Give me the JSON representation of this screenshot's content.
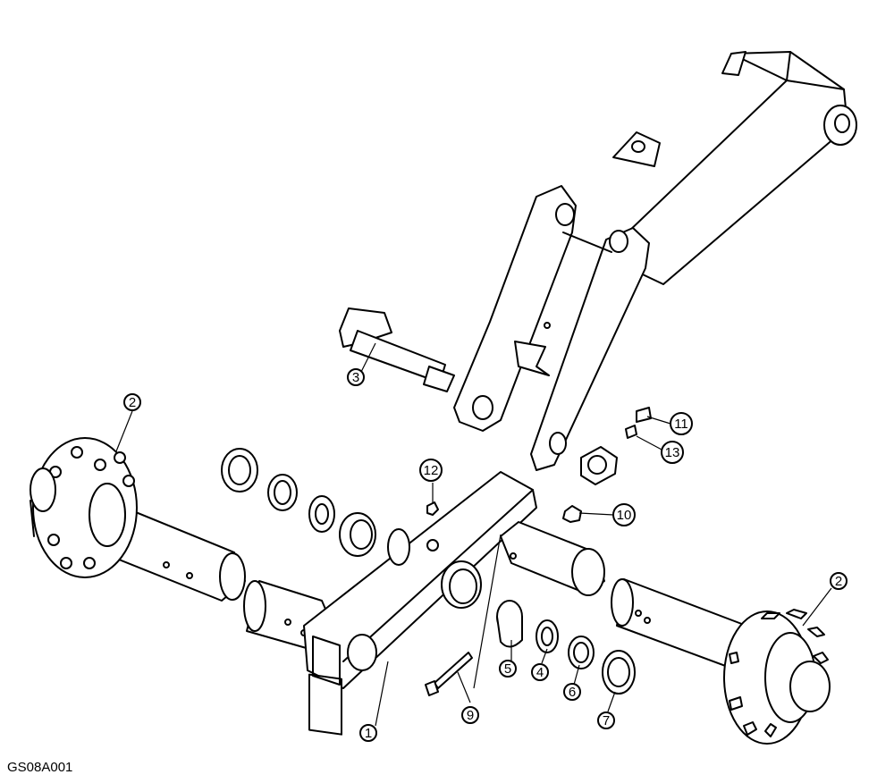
{
  "figure_code": "GS08A001",
  "callouts": [
    {
      "id": "1",
      "label": "1"
    },
    {
      "id": "2a",
      "label": "2"
    },
    {
      "id": "2b",
      "label": "2"
    },
    {
      "id": "3",
      "label": "3"
    },
    {
      "id": "4",
      "label": "4"
    },
    {
      "id": "5",
      "label": "5"
    },
    {
      "id": "6",
      "label": "6"
    },
    {
      "id": "7",
      "label": "7"
    },
    {
      "id": "9",
      "label": "9"
    },
    {
      "id": "10",
      "label": "10"
    },
    {
      "id": "11",
      "label": "11"
    },
    {
      "id": "12",
      "label": "12"
    },
    {
      "id": "13",
      "label": "13"
    }
  ]
}
